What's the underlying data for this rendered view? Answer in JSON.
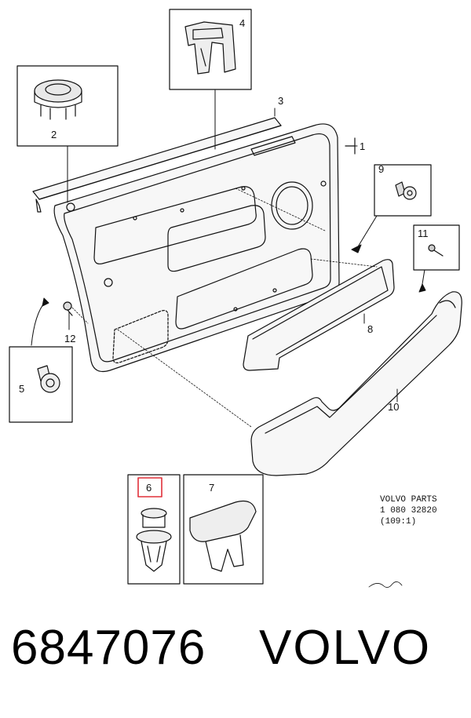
{
  "callouts": {
    "c1": "1",
    "c2": "2",
    "c3": "3",
    "c4": "4",
    "c5": "5",
    "c6": "6",
    "c7": "7",
    "c8": "8",
    "c9": "9",
    "c10": "10",
    "c11": "11",
    "c12": "12"
  },
  "stamp": {
    "line1": "VOLVO PARTS",
    "line2": "1  080 32820",
    "line3": "(109:1)"
  },
  "footer": {
    "part_number": "6847076",
    "brand": "VOLVO"
  },
  "colors": {
    "ink": "#111111",
    "highlight": "#e0303a",
    "panel_fill": "#f7f7f7"
  }
}
